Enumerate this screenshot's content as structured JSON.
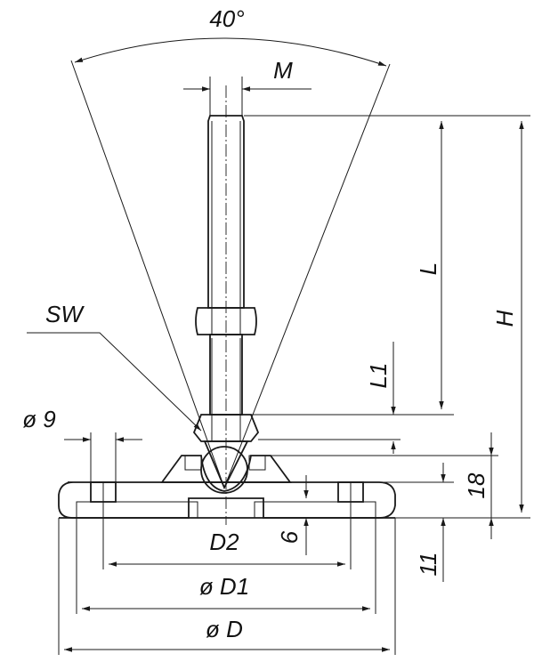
{
  "drawing": {
    "labels": {
      "angle": "40°",
      "thread": "M",
      "wrench": "SW",
      "hole_diameter": "ø 9",
      "length": "L",
      "length1": "L1",
      "height": "H",
      "base_height": "18",
      "d2": "D2",
      "recess": "6",
      "d1": "ø D1",
      "d": "ø D",
      "pad_height": "11"
    }
  }
}
